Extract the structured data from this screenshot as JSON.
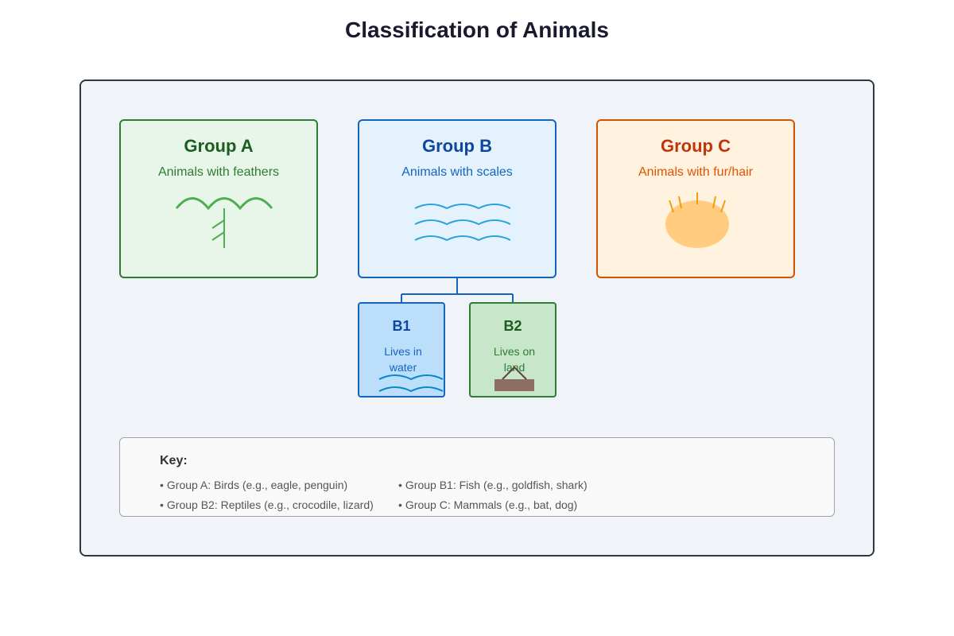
{
  "title": "Classification of Animals",
  "groups": {
    "a": {
      "title": "Group A",
      "desc": "Animals with feathers",
      "icon": "feather-icon"
    },
    "b": {
      "title": "Group B",
      "desc": "Animals with scales",
      "icon": "scales-icon"
    },
    "c": {
      "title": "Group C",
      "desc": "Animals with fur/hair",
      "icon": "fur-icon"
    }
  },
  "subgroups": {
    "b1": {
      "title": "B1",
      "desc": "Lives in water",
      "icon": "water-waves-icon"
    },
    "b2": {
      "title": "B2",
      "desc": "Lives on land",
      "icon": "land-icon"
    }
  },
  "key": {
    "title": "Key:",
    "bullet": "•",
    "items": [
      "Group A: Birds (e.g., eagle, penguin)",
      "Group B1: Fish (e.g., goldfish, shark)",
      "Group B2: Reptiles (e.g., crocodile, lizard)",
      "Group C: Mammals (e.g., bat, dog)"
    ]
  },
  "colors": {
    "group_a": "#2e7d32",
    "group_b": "#1565c0",
    "group_c": "#d35400",
    "outer_border": "#2d3748",
    "outer_fill": "#f0f4f8"
  }
}
